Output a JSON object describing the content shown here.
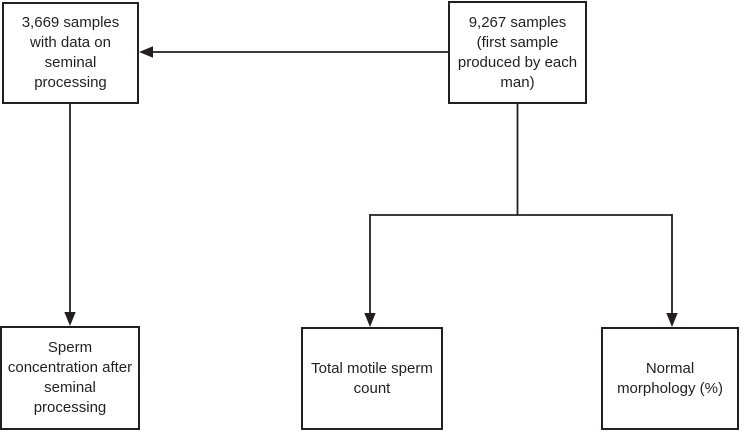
{
  "diagram": {
    "type": "flowchart",
    "background_color": "#ffffff",
    "line_color": "#231f20",
    "text_color": "#231f20",
    "nodes": {
      "samples_total": {
        "label": "9,267 samples\n(first sample\nproduced by each\nman)"
      },
      "samples_processing": {
        "label": "3,669 samples\nwith data on\nseminal\nprocessing"
      },
      "sperm_concentration": {
        "label": "Sperm\nconcentration after\nseminal\nprocessing"
      },
      "total_motile": {
        "label": "Total motile sperm\ncount"
      },
      "normal_morphology": {
        "label": "Normal\nmorphology (%)"
      }
    },
    "edges": [
      {
        "from": "samples_total",
        "to": "samples_processing",
        "direction": "left"
      },
      {
        "from": "samples_processing",
        "to": "sperm_concentration",
        "direction": "down"
      },
      {
        "from": "samples_total",
        "to": "total_motile",
        "direction": "down"
      },
      {
        "from": "samples_total",
        "to": "normal_morphology",
        "direction": "down"
      }
    ]
  }
}
